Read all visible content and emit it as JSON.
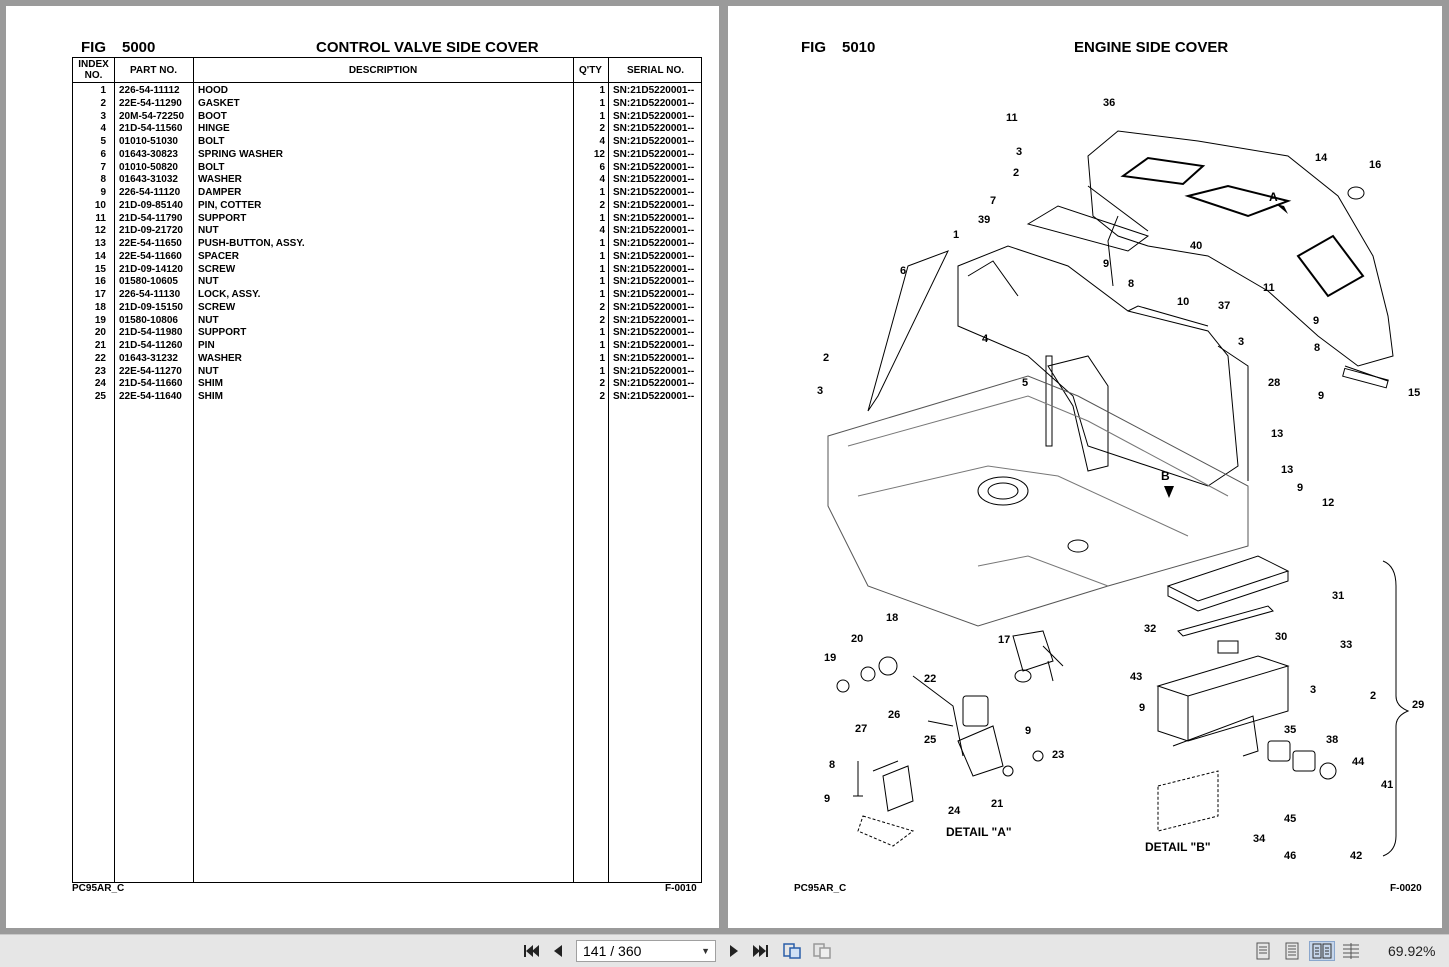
{
  "left_page": {
    "fig_label": "FIG",
    "fig_number": "5000",
    "title": "CONTROL VALVE SIDE COVER",
    "headers": {
      "index": "INDEX NO.",
      "part_no": "PART NO.",
      "description": "DESCRIPTION",
      "qty": "Q'TY",
      "serial_no": "SERIAL NO."
    },
    "rows": [
      [
        "1",
        "226-54-11112",
        "HOOD",
        "1",
        "SN:21D5220001--"
      ],
      [
        "2",
        "22E-54-11290",
        "GASKET",
        "1",
        "SN:21D5220001--"
      ],
      [
        "3",
        "20M-54-72250",
        "BOOT",
        "1",
        "SN:21D5220001--"
      ],
      [
        "4",
        "21D-54-11560",
        "HINGE",
        "2",
        "SN:21D5220001--"
      ],
      [
        "5",
        "01010-51030",
        "BOLT",
        "4",
        "SN:21D5220001--"
      ],
      [
        "6",
        "01643-30823",
        "SPRING WASHER",
        "12",
        "SN:21D5220001--"
      ],
      [
        "7",
        "01010-50820",
        "BOLT",
        "6",
        "SN:21D5220001--"
      ],
      [
        "8",
        "01643-31032",
        "WASHER",
        "4",
        "SN:21D5220001--"
      ],
      [
        "9",
        "226-54-11120",
        "DAMPER",
        "1",
        "SN:21D5220001--"
      ],
      [
        "10",
        "21D-09-85140",
        "PIN, COTTER",
        "2",
        "SN:21D5220001--"
      ],
      [
        "11",
        "21D-54-11790",
        "SUPPORT",
        "1",
        "SN:21D5220001--"
      ],
      [
        "12",
        "21D-09-21720",
        "NUT",
        "4",
        "SN:21D5220001--"
      ],
      [
        "13",
        "22E-54-11650",
        "PUSH-BUTTON, ASSY.",
        "1",
        "SN:21D5220001--"
      ],
      [
        "14",
        "22E-54-11660",
        "SPACER",
        "1",
        "SN:21D5220001--"
      ],
      [
        "15",
        "21D-09-14120",
        "SCREW",
        "1",
        "SN:21D5220001--"
      ],
      [
        "16",
        "01580-10605",
        "NUT",
        "1",
        "SN:21D5220001--"
      ],
      [
        "17",
        "226-54-11130",
        "LOCK, ASSY.",
        "1",
        "SN:21D5220001--"
      ],
      [
        "18",
        "21D-09-15150",
        "SCREW",
        "2",
        "SN:21D5220001--"
      ],
      [
        "19",
        "01580-10806",
        "NUT",
        "2",
        "SN:21D5220001--"
      ],
      [
        "20",
        "21D-54-11980",
        "SUPPORT",
        "1",
        "SN:21D5220001--"
      ],
      [
        "21",
        "21D-54-11260",
        "PIN",
        "1",
        "SN:21D5220001--"
      ],
      [
        "22",
        "01643-31232",
        "WASHER",
        "1",
        "SN:21D5220001--"
      ],
      [
        "23",
        "22E-54-11270",
        "NUT",
        "1",
        "SN:21D5220001--"
      ],
      [
        "24",
        "21D-54-11660",
        "SHIM",
        "2",
        "SN:21D5220001--"
      ],
      [
        "25",
        "22E-54-11640",
        "SHIM",
        "2",
        "SN:21D5220001--"
      ]
    ],
    "footer_left": "PC95AR_C",
    "footer_right": "F-0010"
  },
  "right_page": {
    "fig_label": "FIG",
    "fig_number": "5010",
    "title": "ENGINE SIDE COVER",
    "detail_a": "DETAIL \"A\"",
    "detail_b": "DETAIL \"B\"",
    "view_a": "A",
    "view_b": "B",
    "callouts": [
      "36",
      "11",
      "3",
      "2",
      "14",
      "16",
      "7",
      "40",
      "39",
      "1",
      "9",
      "8",
      "6",
      "4",
      "10",
      "11",
      "37",
      "9",
      "3",
      "8",
      "2",
      "28",
      "3",
      "15",
      "5",
      "9",
      "13",
      "13",
      "9",
      "12",
      "18",
      "20",
      "19",
      "17",
      "22",
      "9",
      "27",
      "26",
      "25",
      "23",
      "8",
      "21",
      "9",
      "24",
      "31",
      "32",
      "30",
      "33",
      "43",
      "9",
      "3",
      "2",
      "29",
      "38",
      "35",
      "44",
      "41",
      "45",
      "34",
      "46",
      "42"
    ],
    "footer_left": "PC95AR_C",
    "footer_right": "F-0020"
  },
  "toolbar": {
    "first_page_icon": "first-page",
    "prev_page_icon": "previous-page",
    "current_page": "141",
    "total_pages": "360",
    "page_display": "141 / 360",
    "next_page_icon": "next-page",
    "last_page_icon": "last-page",
    "zoom": "69.92%"
  }
}
